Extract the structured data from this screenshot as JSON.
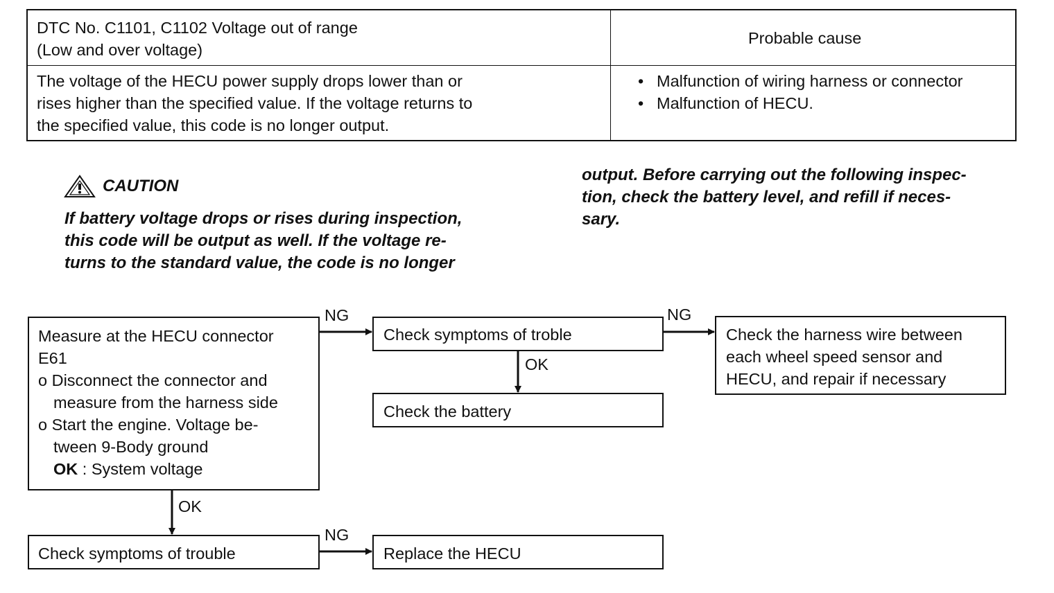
{
  "dtc_table": {
    "header_left_line1": "DTC No.  C1101, C1102 Voltage out of range",
    "header_left_line2": "(Low and over voltage)",
    "header_right": "Probable cause",
    "description_lines": [
      "The voltage of the HECU power supply drops lower than or",
      "rises higher than the specified value.  If the voltage returns to",
      "the specified value, this code is no longer output."
    ],
    "causes": [
      "Malfunction of wiring harness or connector",
      "Malfunction of HECU."
    ]
  },
  "caution": {
    "title": "CAUTION",
    "icon": "warning-triangle-icon",
    "left_lines": [
      "If battery voltage drops or rises during inspection,",
      "this code will be output as well.  If the voltage re-",
      "turns to the standard value, the code is no longer"
    ],
    "right_lines": [
      "output.  Before carrying out the following inspec-",
      "tion, check the battery level, and refill if neces-",
      "sary."
    ]
  },
  "flow": {
    "measure_box": {
      "lines": [
        "Measure at the HECU connector",
        "E61",
        "o Disconnect the connector and",
        "measure from the harness side",
        "o Start the engine. Voltage be-",
        "tween 9-Body ground"
      ],
      "ok_label": "OK",
      "ok_value": " : System voltage"
    },
    "check_symptoms_top": "Check symptoms of troble",
    "check_battery": "Check the battery",
    "harness_box_lines": [
      "Check the harness wire between",
      "each wheel speed sensor and",
      "HECU, and repair if necessary"
    ],
    "check_symptoms_bottom": "Check symptoms of trouble",
    "replace_hecu": "Replace the HECU",
    "labels": {
      "ng1": "NG",
      "ng2": "NG",
      "ok_top": "OK",
      "ok_left": "OK",
      "ng_bottom": "NG"
    }
  }
}
